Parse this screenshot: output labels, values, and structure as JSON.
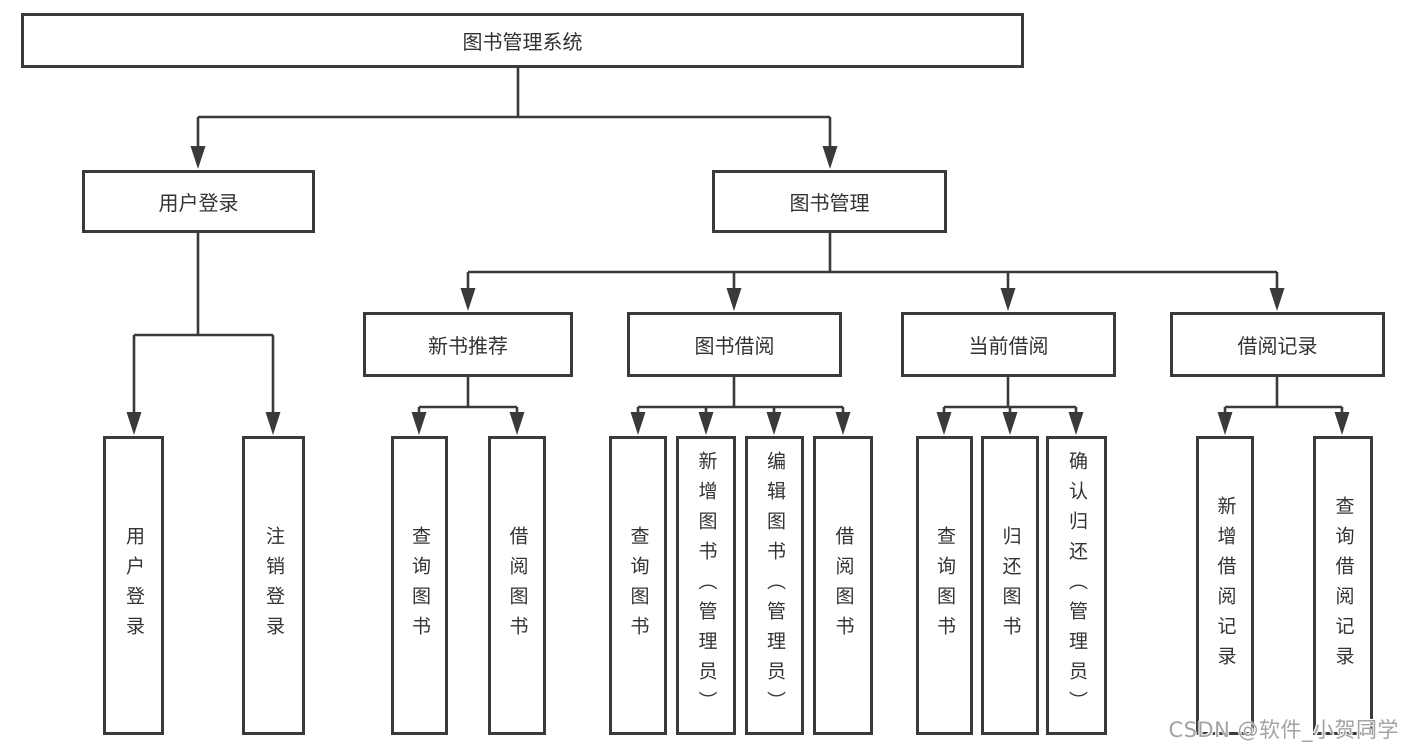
{
  "diagram": {
    "type": "hierarchy-tree",
    "colors": {
      "line": "#3a3a3a",
      "box_border": "#3a3a3a",
      "box_bg": "#ffffff",
      "text": "#333333",
      "watermark": "#a3a3a3"
    },
    "nodes": {
      "root": {
        "label": "图书管理系统"
      },
      "userLogin": {
        "label": "用户登录"
      },
      "bookMgmt": {
        "label": "图书管理"
      },
      "newBookRec": {
        "label": "新书推荐"
      },
      "bookBorrow": {
        "label": "图书借阅"
      },
      "currentBorrow": {
        "label": "当前借阅"
      },
      "borrowRecords": {
        "label": "借阅记录"
      },
      "leafUserLogin": {
        "label": "用户登录"
      },
      "leafLogout": {
        "label": "注销登录"
      },
      "leafNbQuery": {
        "label": "查询图书"
      },
      "leafNbBorrow": {
        "label": "借阅图书"
      },
      "leafBbQuery": {
        "label": "查询图书"
      },
      "leafBbAdd": {
        "label": "新增图书（管理员）"
      },
      "leafBbEdit": {
        "label": "编辑图书（管理员）"
      },
      "leafBbBorrow": {
        "label": "借阅图书"
      },
      "leafCbQuery": {
        "label": "查询图书"
      },
      "leafCbReturn": {
        "label": "归还图书"
      },
      "leafCbConfirm": {
        "label": "确认归还（管理员）"
      },
      "leafBrAdd": {
        "label": "新增借阅记录"
      },
      "leafBrQuery": {
        "label": "查询借阅记录"
      }
    },
    "tree": {
      "root": [
        "userLogin",
        "bookMgmt"
      ],
      "userLogin": [
        "leafUserLogin",
        "leafLogout"
      ],
      "bookMgmt": [
        "newBookRec",
        "bookBorrow",
        "currentBorrow",
        "borrowRecords"
      ],
      "newBookRec": [
        "leafNbQuery",
        "leafNbBorrow"
      ],
      "bookBorrow": [
        "leafBbQuery",
        "leafBbAdd",
        "leafBbEdit",
        "leafBbBorrow"
      ],
      "currentBorrow": [
        "leafCbQuery",
        "leafCbReturn",
        "leafCbConfirm"
      ],
      "borrowRecords": [
        "leafBrAdd",
        "leafBrQuery"
      ]
    },
    "watermark": "CSDN @软件_小贺同学"
  }
}
